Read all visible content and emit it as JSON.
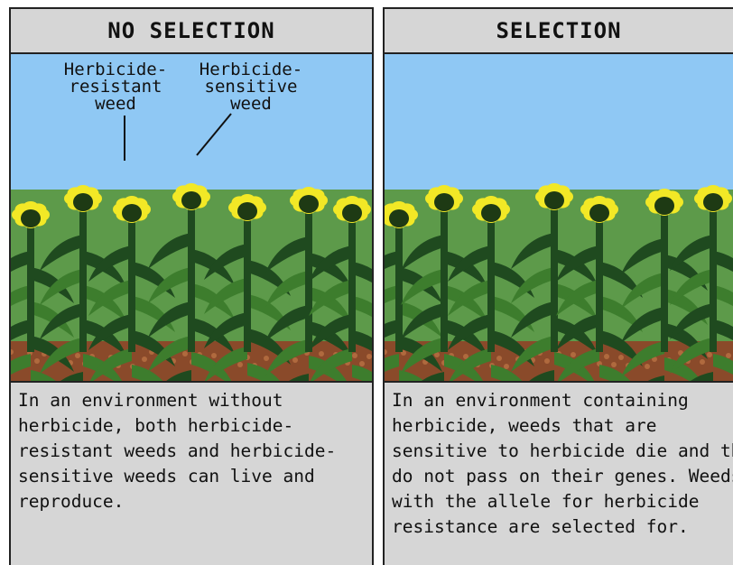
{
  "panels": [
    {
      "title": "NO SELECTION",
      "labels": [
        {
          "lines": [
            "Herbicide-",
            "resistant",
            "weed"
          ]
        },
        {
          "lines": [
            "Herbicide-",
            "sensitive",
            "weed"
          ]
        }
      ],
      "caption": [
        "In an environment without",
        "herbicide, both herbicide-",
        "resistant weeds and herbicide-",
        "sensitive weeds can live and",
        "reproduce."
      ]
    },
    {
      "title": "SELECTION",
      "caption": [
        "In an environment containing",
        "herbicide, weeds that are",
        "sensitive to herbicide die and thus",
        "do not pass on their genes. Weeds",
        "with the allele for herbicide",
        "resistance are selected for."
      ]
    }
  ],
  "colors": {
    "sky": "#8fc8f4",
    "soil": "#8a4a2a",
    "stem_dark": "#1f4a1f",
    "stem_light": "#3d7d2d",
    "flower": "#f2e826",
    "flower_center": "#1e3a14"
  }
}
